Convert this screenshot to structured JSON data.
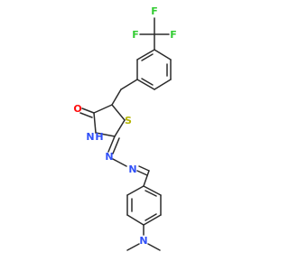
{
  "molecule": {
    "colors": {
      "bond": "#2b2b2b",
      "fluorine": "#33cc33",
      "sulfur": "#b4b400",
      "oxygen": "#ff0d0d",
      "nitrogen": "#3050f8"
    },
    "labels": {
      "f_top": "F",
      "f_left": "F",
      "f_right": "F",
      "s": "S",
      "o": "O",
      "nh_n": "N",
      "nh_h": "H",
      "n_ring": "N",
      "n_hydrazone": "N",
      "n_amine": "N"
    }
  }
}
